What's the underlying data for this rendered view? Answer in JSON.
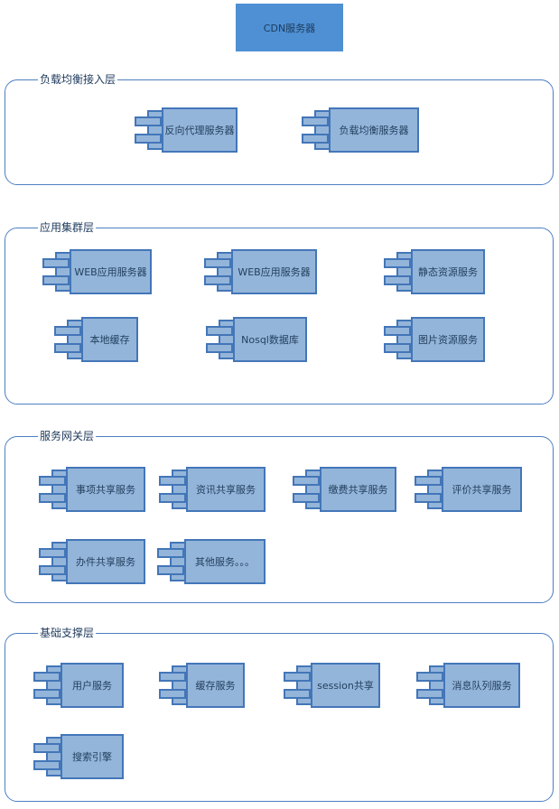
{
  "diagram": {
    "top_node": {
      "label": "CDN服务器"
    },
    "layers": [
      {
        "label": "负载均衡接入层",
        "components": [
          "反向代理服务器",
          "负载均衡服务器"
        ]
      },
      {
        "label": "应用集群层",
        "components": [
          "WEB应用服务器",
          "WEB应用服务器",
          "静态资源服务",
          "本地缓存",
          "Nosql数据库",
          "图片资源服务"
        ]
      },
      {
        "label": "服务网关层",
        "components": [
          "事项共享服务",
          "资讯共享服务",
          "缴费共享服务",
          "评价共享服务",
          "办件共享服务",
          "其他服务。。。"
        ]
      },
      {
        "label": "基础支撑层",
        "components": [
          "用户服务",
          "缓存服务",
          "session共享",
          "消息队列服务",
          "搜索引擎"
        ]
      }
    ],
    "colors": {
      "background": "#ffffff",
      "node_fill": "#94b5da",
      "node_stroke": "#4376b8",
      "node_text": "#23405e",
      "cdn_fill": "#4e90d3",
      "cdn_text": "#1d3a5c",
      "frame_stroke": "#4d7fc0",
      "label_text": "#1f3a5c"
    }
  }
}
